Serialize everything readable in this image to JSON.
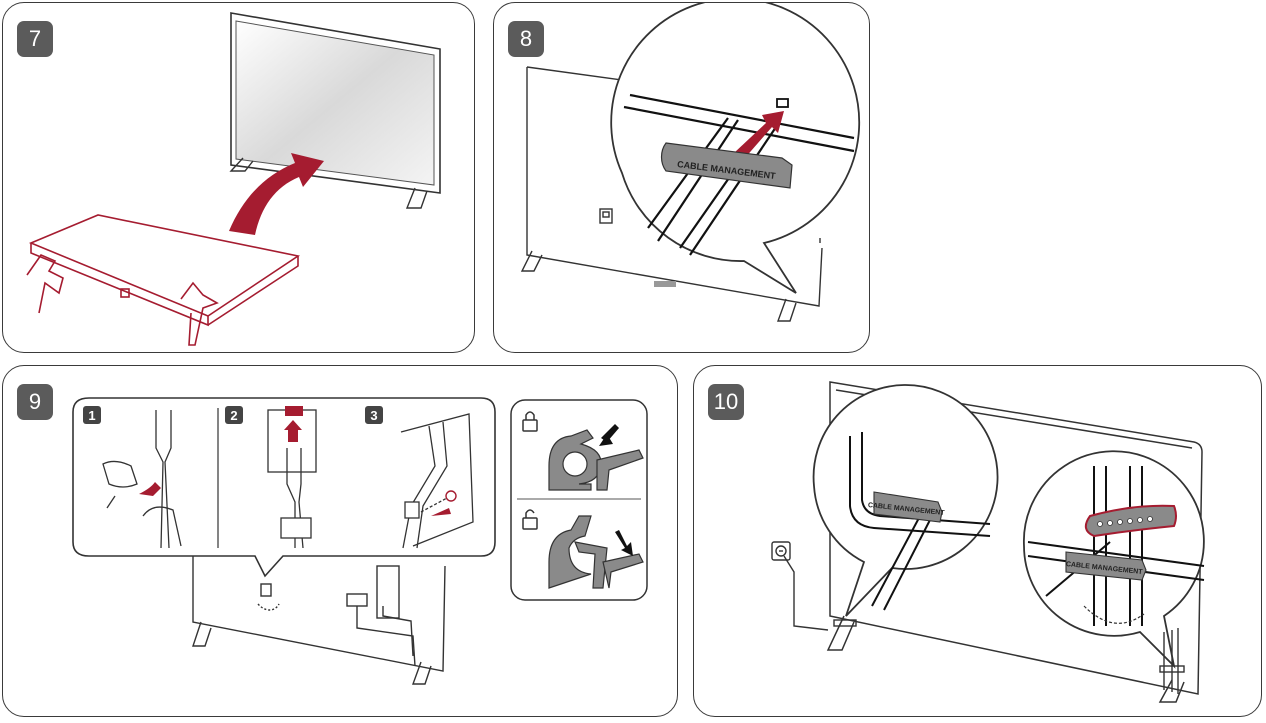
{
  "steps": [
    {
      "number": "7"
    },
    {
      "number": "8",
      "callout_label": "CABLE MANAGEMENT"
    },
    {
      "number": "9",
      "substeps": [
        "1",
        "2",
        "3"
      ]
    },
    {
      "number": "10",
      "callout_label_left": "CABLE MANAGEMENT",
      "callout_label_right": "CABLE MANAGEMENT"
    }
  ],
  "colors": {
    "accent": "#a51c30",
    "outline": "#3a3a3a",
    "badge": "#5b5b5b",
    "part_gray": "#8a8a8a"
  },
  "icons": [
    "lock-closed-icon",
    "lock-open-icon",
    "power-outlet-icon"
  ]
}
